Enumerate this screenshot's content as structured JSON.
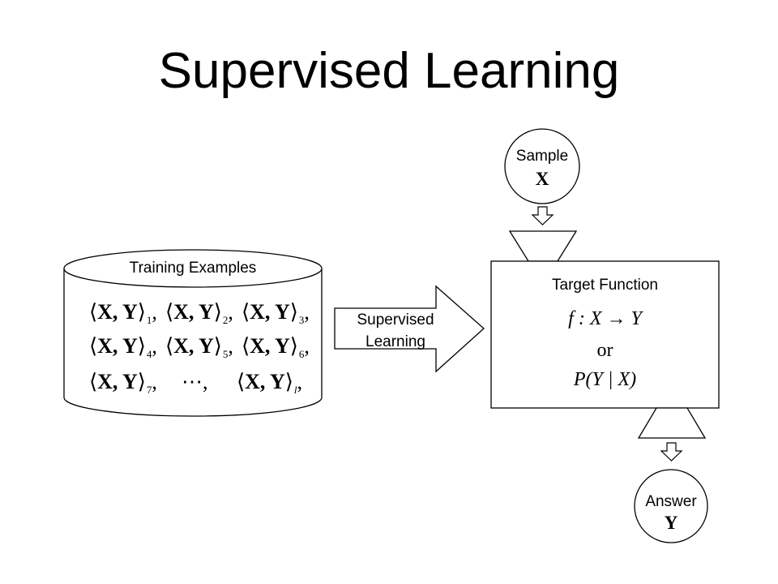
{
  "title": "Supervised Learning",
  "training": {
    "label": "Training Examples",
    "tuple_text": "X, Y",
    "rows": [
      [
        {
          "sub": "1",
          "sep": ","
        },
        {
          "sub": "2",
          "sep": ","
        },
        {
          "sub": "3",
          "sep": ","
        }
      ],
      [
        {
          "sub": "4",
          "sep": ","
        },
        {
          "sub": "5",
          "sep": ","
        },
        {
          "sub": "6",
          "sep": ","
        }
      ],
      [
        {
          "sub": "7",
          "sep": ","
        },
        {
          "ellipsis": "⋯,"
        },
        {
          "sub": "l",
          "sep": ","
        }
      ]
    ]
  },
  "arrow": {
    "line1": "Supervised",
    "line2": "Learning"
  },
  "sample": {
    "label": "Sample",
    "symbol": "X"
  },
  "target": {
    "label": "Target Function",
    "formula1": "f : X → Y",
    "or": "or",
    "formula2": "P(Y | X)"
  },
  "answer": {
    "label": "Answer",
    "symbol": "Y"
  }
}
